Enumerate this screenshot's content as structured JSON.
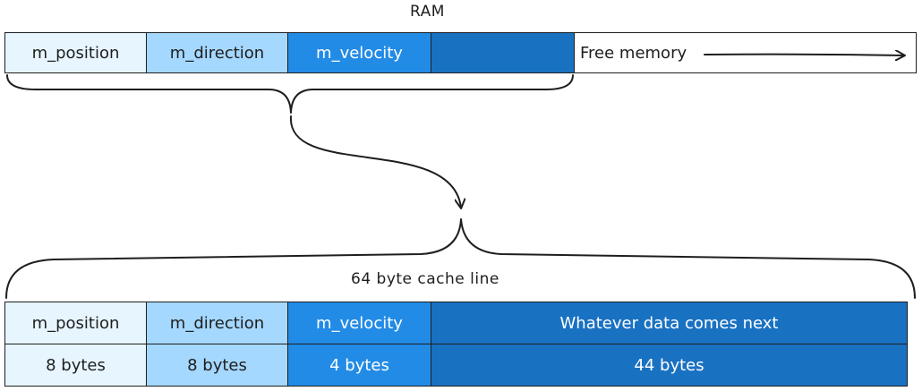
{
  "ram": {
    "title": "RAM",
    "cells": {
      "position": "m_position",
      "direction": "m_direction",
      "velocity": "m_velocity",
      "unused": "",
      "free": "Free memory"
    }
  },
  "cache": {
    "title": "64 byte cache line",
    "headers": {
      "position": "m_position",
      "direction": "m_direction",
      "velocity": "m_velocity",
      "next": "Whatever data comes next"
    },
    "sizes": {
      "position": "8 bytes",
      "direction": "8 bytes",
      "velocity": "4 bytes",
      "next": "44 bytes"
    }
  },
  "colors": {
    "position_fill": "#e7f5ff",
    "direction_fill": "#a5d8ff",
    "velocity_fill": "#228be6",
    "next_fill": "#1971c2",
    "stroke": "#1e1e1e"
  }
}
